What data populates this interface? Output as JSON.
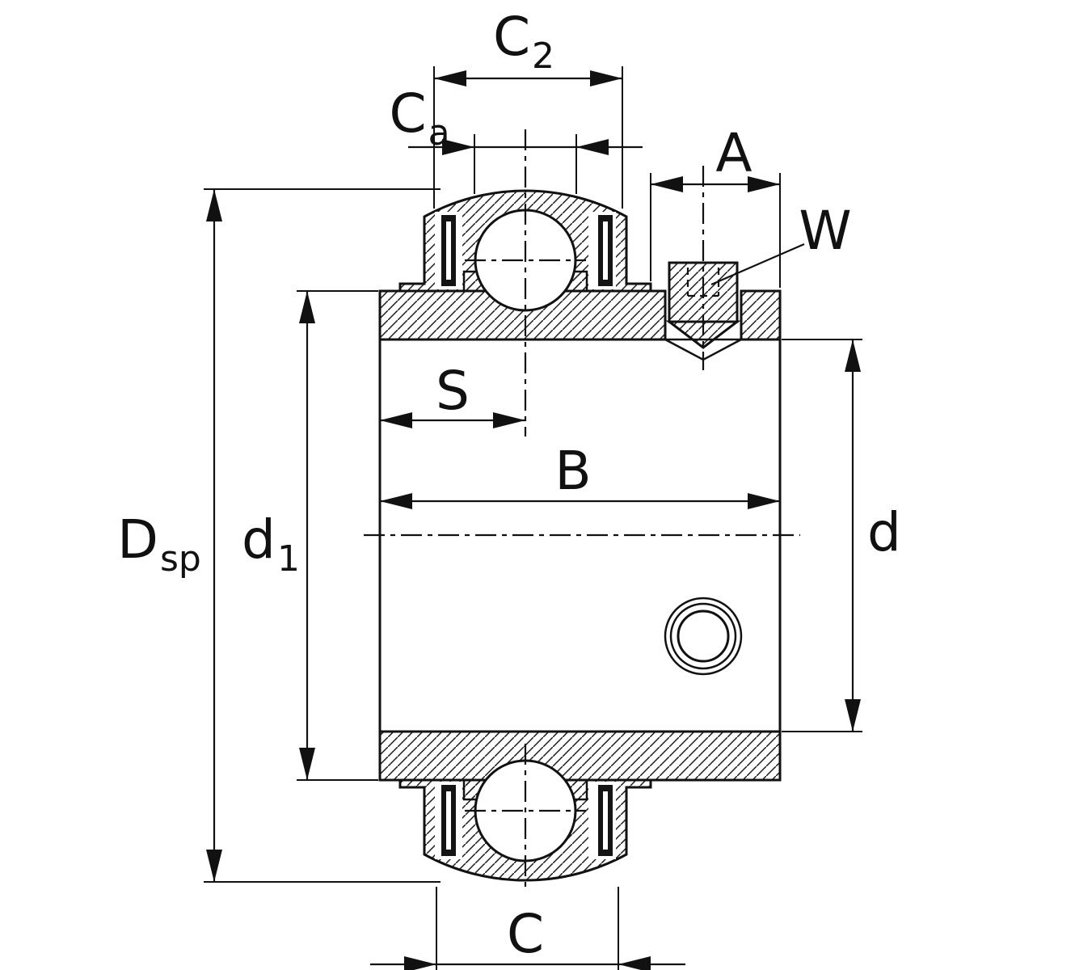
{
  "diagram": {
    "type": "bearing-cross-section-technical-drawing",
    "colors": {
      "line": "#111111",
      "background": "#ffffff"
    },
    "labels": {
      "c2": {
        "main": "C",
        "sub": "2"
      },
      "ca": {
        "main": "C",
        "sub": "a"
      },
      "a": {
        "main": "A",
        "sub": ""
      },
      "w": {
        "main": "W",
        "sub": ""
      },
      "s": {
        "main": "S",
        "sub": ""
      },
      "b": {
        "main": "B",
        "sub": ""
      },
      "dsp": {
        "main": "D",
        "sub": "sp"
      },
      "d1": {
        "main": "d",
        "sub": "1"
      },
      "d": {
        "main": "d",
        "sub": ""
      },
      "c": {
        "main": "C",
        "sub": ""
      }
    }
  }
}
